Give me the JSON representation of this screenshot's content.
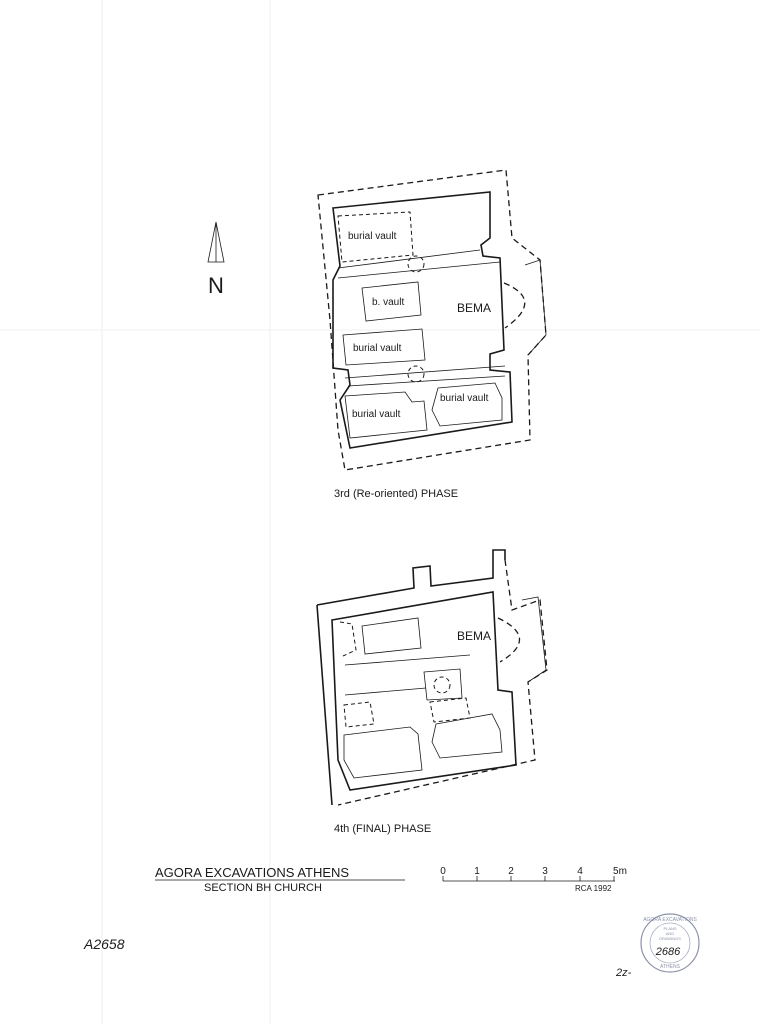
{
  "north_label": "N",
  "plan_3rd": {
    "caption": "3rd (Re-oriented) PHASE",
    "labels": {
      "burial_vault_top": "burial vault",
      "b_vault": "b. vault",
      "bema": "BEMA",
      "burial_vault_mid": "burial vault",
      "burial_vault_bottom_left": "burial vault",
      "burial_vault_bottom_right": "burial vault"
    }
  },
  "plan_4th": {
    "caption": "4th (FINAL) PHASE",
    "labels": {
      "bema": "BEMA"
    }
  },
  "title_block": {
    "title": "AGORA EXCAVATIONS ATHENS",
    "subtitle": "SECTION BH CHURCH"
  },
  "scale_bar": {
    "ticks": [
      "0",
      "1",
      "2",
      "3",
      "4",
      "5m"
    ],
    "credit": "RCA 1992"
  },
  "catalog_number": "A2658",
  "stamp": {
    "ring_text": "AGORA EXCAVATIONS",
    "inner_text": [
      "PLANS",
      "AND",
      "DRAWINGS"
    ],
    "bottom_text": "ATHENS",
    "number": "2686"
  },
  "corner_note": "2z-"
}
